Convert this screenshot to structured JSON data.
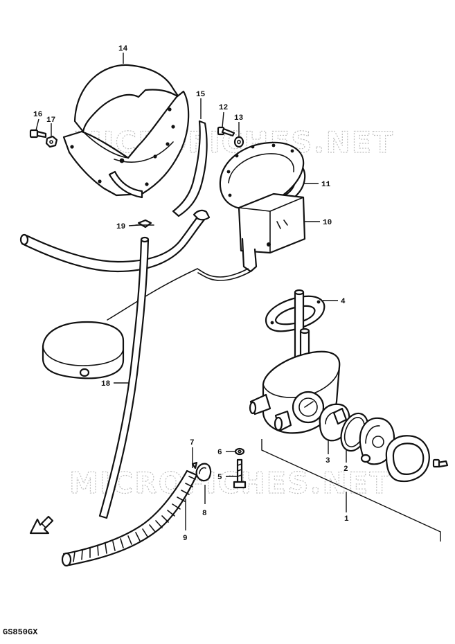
{
  "model_label": "GS850GX",
  "watermark_text": "MICROFICHES.NET",
  "callouts": {
    "p1": "1",
    "p2": "2",
    "p3": "3",
    "p4": "4",
    "p5": "5",
    "p6": "6",
    "p7": "7",
    "p8": "8",
    "p9": "9",
    "p10": "10",
    "p11": "11",
    "p12": "12",
    "p13": "13",
    "p14": "14",
    "p15": "15",
    "p16": "16",
    "p17": "17",
    "p18": "18",
    "p19": "19"
  },
  "line_color": "#111111",
  "watermark_color": "#bdbdbd",
  "icons": {
    "front_arrow": "front-direction-arrow-icon"
  }
}
